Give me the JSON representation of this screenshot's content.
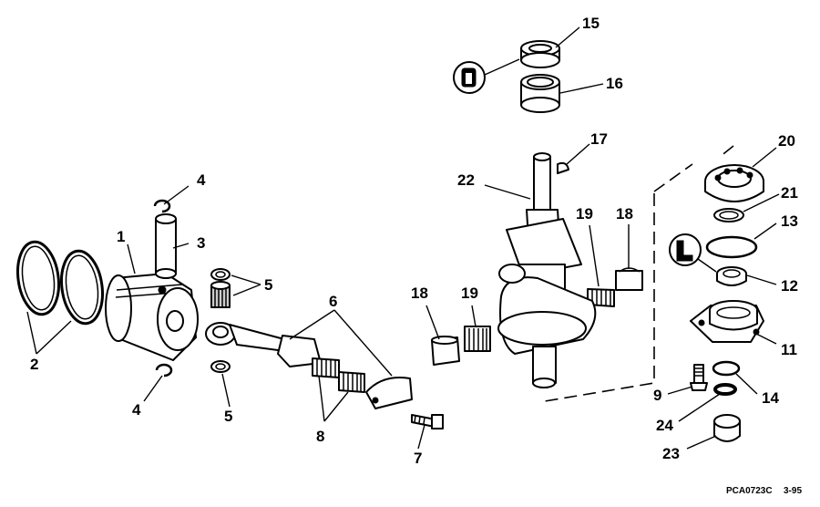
{
  "callouts": {
    "c1": "1",
    "c2": "2",
    "c3": "3",
    "c4a": "4",
    "c4b": "4",
    "c5a": "5",
    "c5b": "5",
    "c6": "6",
    "c7": "7",
    "c8": "8",
    "c9": "9",
    "c11": "11",
    "c12": "12",
    "c13": "13",
    "c14": "14",
    "c15": "15",
    "c16": "16",
    "c17": "17",
    "c18a": "18",
    "c18b": "18",
    "c19a": "19",
    "c19b": "19",
    "c20": "20",
    "c21": "21",
    "c22": "22",
    "c23": "23",
    "c24": "24"
  },
  "footer": {
    "drawing_code": "PCA0723C",
    "date": "3-95"
  },
  "icons": [
    "sealer-icon",
    "lubricant-icon"
  ]
}
